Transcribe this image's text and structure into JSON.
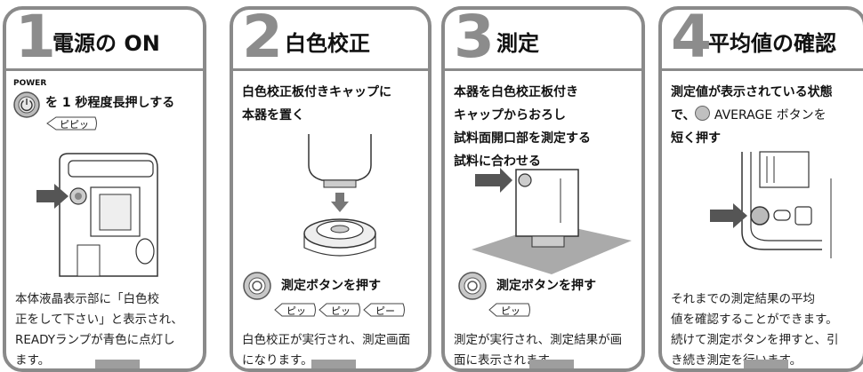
{
  "panels": [
    {
      "number": "1",
      "title": "電源の ON",
      "power_label": "POWER",
      "instruction": "を 1 秒程度長押しする",
      "sound": "ピピッ",
      "desc": [
        "本体液晶表示部に「白色校",
        "正をして下さい」と表示され、",
        "READYランプが青色に点灯し",
        "ます。"
      ]
    },
    {
      "number": "2",
      "title": "白色校正",
      "instruction": [
        "白色校正板付きキャップに",
        "本器を置く"
      ],
      "button_label": "測定ボタンを押す",
      "sounds": [
        "ピッ",
        "ピッ",
        "ピー"
      ],
      "desc": [
        "白色校正が実行され、測定画面",
        "になります。"
      ]
    },
    {
      "number": "3",
      "title": "測定",
      "instruction": [
        "本器を白色校正板付き",
        "キャップからおろし",
        "試料面開口部を測定する",
        "試料に合わせる"
      ],
      "button_label": "測定ボタンを押す",
      "sound": "ピッ",
      "desc": [
        "測定が実行され、測定結果が画",
        "面に表示されます。"
      ]
    },
    {
      "number": "4",
      "title": "平均値の確認",
      "instruction_line1": "測定値が表示されている状態",
      "instruction_pre": "で、",
      "instruction_post": " AVERAGE ボタンを",
      "instruction_line3": "短く押す",
      "desc": [
        "それまでの測定結果の平均",
        "値を確認することができます。",
        "続けて測定ボタンを押すと、引",
        "き続き測定を行います。"
      ]
    }
  ]
}
